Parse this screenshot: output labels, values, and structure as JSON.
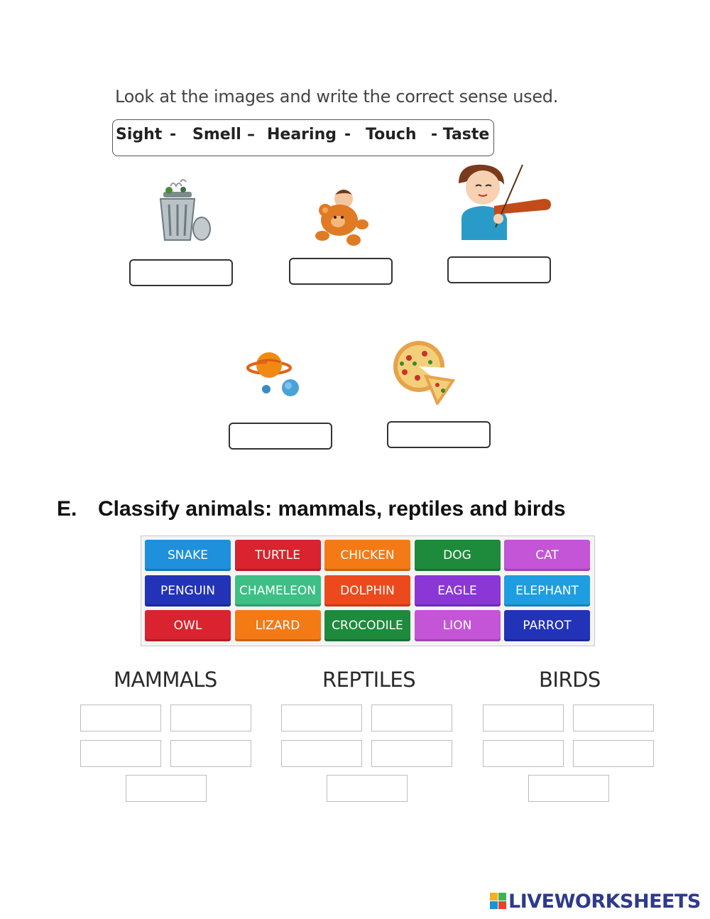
{
  "instruction": "Look at the images and write the correct sense used.",
  "word_bank": [
    "Sight",
    "-",
    "Smell",
    "–",
    "Hearing",
    "-",
    "Touch",
    "- Taste"
  ],
  "pictures": [
    {
      "icon": "trash-can-icon"
    },
    {
      "icon": "teddy-bear-icon"
    },
    {
      "icon": "violin-player-icon"
    },
    {
      "icon": "planets-icon"
    },
    {
      "icon": "pizza-icon"
    }
  ],
  "section_e": {
    "letter": "E.",
    "title": "Classify animals: mammals, reptiles and birds"
  },
  "animals": [
    {
      "label": "SNAKE",
      "color": "#1e90dc"
    },
    {
      "label": "TURTLE",
      "color": "#d9232e"
    },
    {
      "label": "CHICKEN",
      "color": "#f47a16"
    },
    {
      "label": "DOG",
      "color": "#1e8a3c"
    },
    {
      "label": "CAT",
      "color": "#c355d6"
    },
    {
      "label": "PENGUIN",
      "color": "#2233b8"
    },
    {
      "label": "CHAMELEON",
      "color": "#3dbf86"
    },
    {
      "label": "DOLPHIN",
      "color": "#ec4a1c"
    },
    {
      "label": "EAGLE",
      "color": "#8a37d6"
    },
    {
      "label": "ELEPHANT",
      "color": "#1e9ee0"
    },
    {
      "label": "OWL",
      "color": "#d9232e"
    },
    {
      "label": "LIZARD",
      "color": "#f47a16"
    },
    {
      "label": "CROCODILE",
      "color": "#1e8a3c"
    },
    {
      "label": "LION",
      "color": "#c355d6"
    },
    {
      "label": "PARROT",
      "color": "#2233b8"
    }
  ],
  "categories": [
    "MAMMALS",
    "REPTILES",
    "BIRDS"
  ],
  "logo": {
    "text": "LIVEWORKSHEETS",
    "colors": [
      "#f2b21b",
      "#3fb34f",
      "#1e90dc",
      "#e8432a"
    ]
  }
}
